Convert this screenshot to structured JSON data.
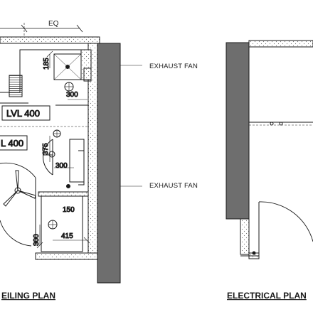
{
  "drawing": {
    "eq_label": "EQ",
    "dims": {
      "d185": "185",
      "d300_top": "300",
      "d375": "375",
      "d300_mid": "300",
      "d150": "150",
      "d300_low": "300",
      "d415": "415"
    },
    "levels": {
      "lvl_main": "LVL 400",
      "lvl_partial": "L 400"
    },
    "tags": {
      "exhaust_fan_top": "EXHAUST FAN",
      "exhaust_fan_bottom": "EXHAUST FAN"
    },
    "titles": {
      "ceiling_plan": "EILING PLAN",
      "electrical_plan": "ELECTRICAL PLAN"
    }
  },
  "colors": {
    "wall_fill": "#6e6e6e",
    "line": "#1a1a1a",
    "hatch": "#8a8a8a"
  }
}
